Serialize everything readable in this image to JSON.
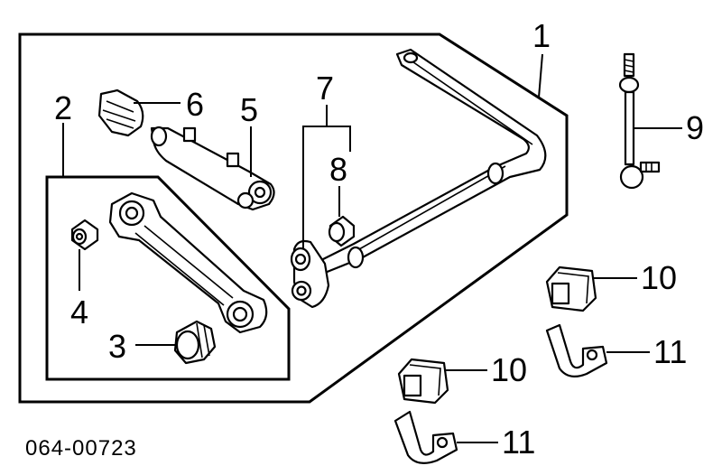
{
  "catalog_number": "064-00723",
  "callouts": {
    "c1": "1",
    "c2": "2",
    "c3": "3",
    "c4": "4",
    "c5": "5",
    "c6": "6",
    "c7": "7",
    "c8": "8",
    "c9": "9",
    "c10a": "10",
    "c10b": "10",
    "c11a": "11",
    "c11b": "11"
  },
  "colors": {
    "line": "#000000",
    "fill": "#ffffff"
  }
}
